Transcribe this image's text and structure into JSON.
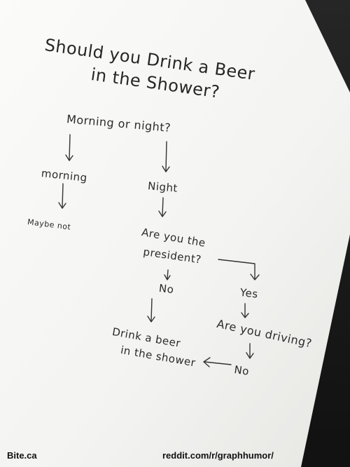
{
  "title": {
    "line1": "Should you Drink a Beer",
    "line2": "in the Shower?"
  },
  "nodes": {
    "question_time": "Morning or night?",
    "answer_morning": "morning",
    "answer_night": "Night",
    "result_maybe": "Maybe not",
    "question_president_1": "Are you the",
    "question_president_2": "president?",
    "answer_no": "No",
    "answer_yes": "Yes",
    "question_driving": "Are you driving?",
    "answer_no_2": "No",
    "result_drink_1": "Drink a beer",
    "result_drink_2": "in the shower"
  },
  "footer": {
    "left": "Bite.ca",
    "right": "reddit.com/r/graphhumor/"
  },
  "colors": {
    "paper": "#f7f7f5",
    "ink": "#2a2a2a",
    "background": "#1b1b1b"
  }
}
